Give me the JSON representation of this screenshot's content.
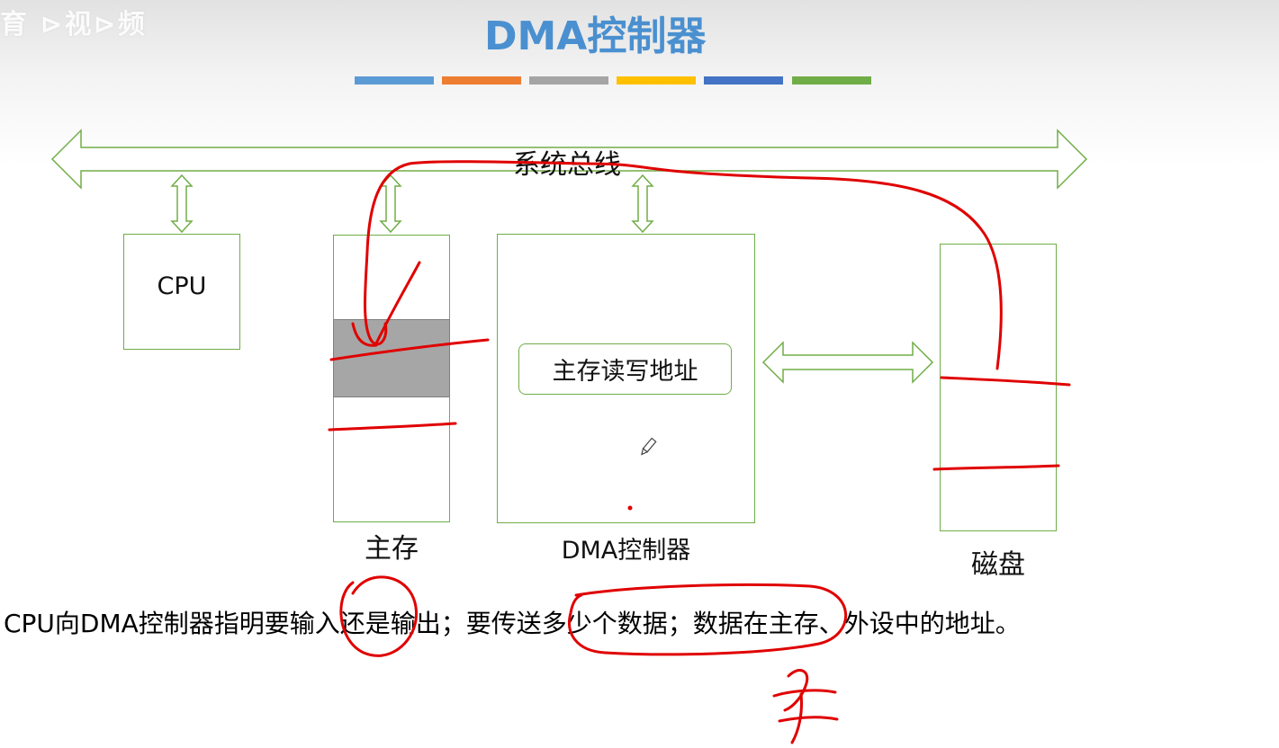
{
  "watermark": "育 ⊳视⊳频",
  "title": "DMA控制器",
  "title_color": "#4a90d0",
  "accent_bar_colors": [
    "#5b9bd5",
    "#ed7d31",
    "#a5a5a5",
    "#ffc000",
    "#4472c4",
    "#70ad47"
  ],
  "box_border_color": "#70ad47",
  "annotation_color": "#e00000",
  "diagram": {
    "bus_label": "系统总线",
    "cpu_label": "CPU",
    "memory_label": "主存",
    "dma_label": "DMA控制器",
    "address_label": "主存读写地址",
    "disk_label": "磁盘"
  },
  "caption": "CPU向DMA控制器指明要输入还是输出；要传送多少个数据；数据在主存、外设中的地址。",
  "cursor_icon": "pencil-icon"
}
